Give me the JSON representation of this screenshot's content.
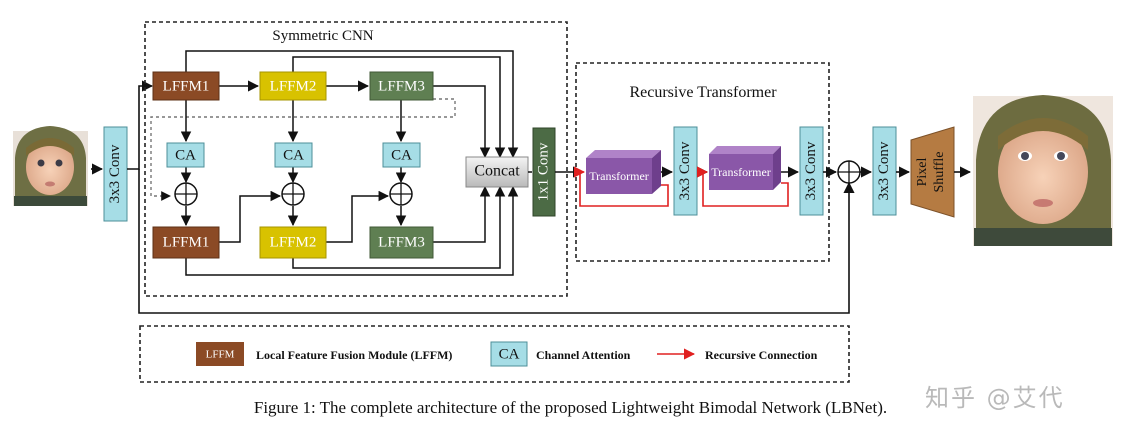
{
  "colors": {
    "lffm1": "#8b4a25",
    "lffm2": "#d8c200",
    "lffm3": "#5f7f52",
    "conv": "#a6dde6",
    "conv_dark": "#4c6b45",
    "transformer": "#8a57a8",
    "transformer_top": "#b083c8",
    "pixel_shuffle": "#b57b42",
    "recursive": "#e02020"
  },
  "diagram": {
    "input_conv": "3x3 Conv",
    "symmetric_title": "Symmetric CNN",
    "top_row": [
      "LFFM1",
      "LFFM2",
      "LFFM3"
    ],
    "ca": [
      "CA",
      "CA",
      "CA"
    ],
    "bottom_row": [
      "LFFM1",
      "LFFM2",
      "LFFM3"
    ],
    "concat": "Concat",
    "conv1x1": "1x1 Conv",
    "recursive_title": "Recursive Transformer",
    "transformer1": "Transformer",
    "conv_a": "3x3 Conv",
    "transformer2": "Transformer",
    "conv_b": "3x3 Conv",
    "conv_out": "3x3 Conv",
    "pixel_shuffle": [
      "Pixel",
      "Shuffle"
    ]
  },
  "legend": {
    "lffm_swatch": "LFFM",
    "lffm_text": "Local Feature Fusion Module (LFFM)",
    "ca_swatch": "CA",
    "ca_text": "Channel Attention",
    "arrow_text": "Recursive Connection"
  },
  "caption": "Figure 1: The complete architecture of the proposed Lightweight Bimodal Network (LBNet).",
  "watermark": "知乎 @艾代"
}
